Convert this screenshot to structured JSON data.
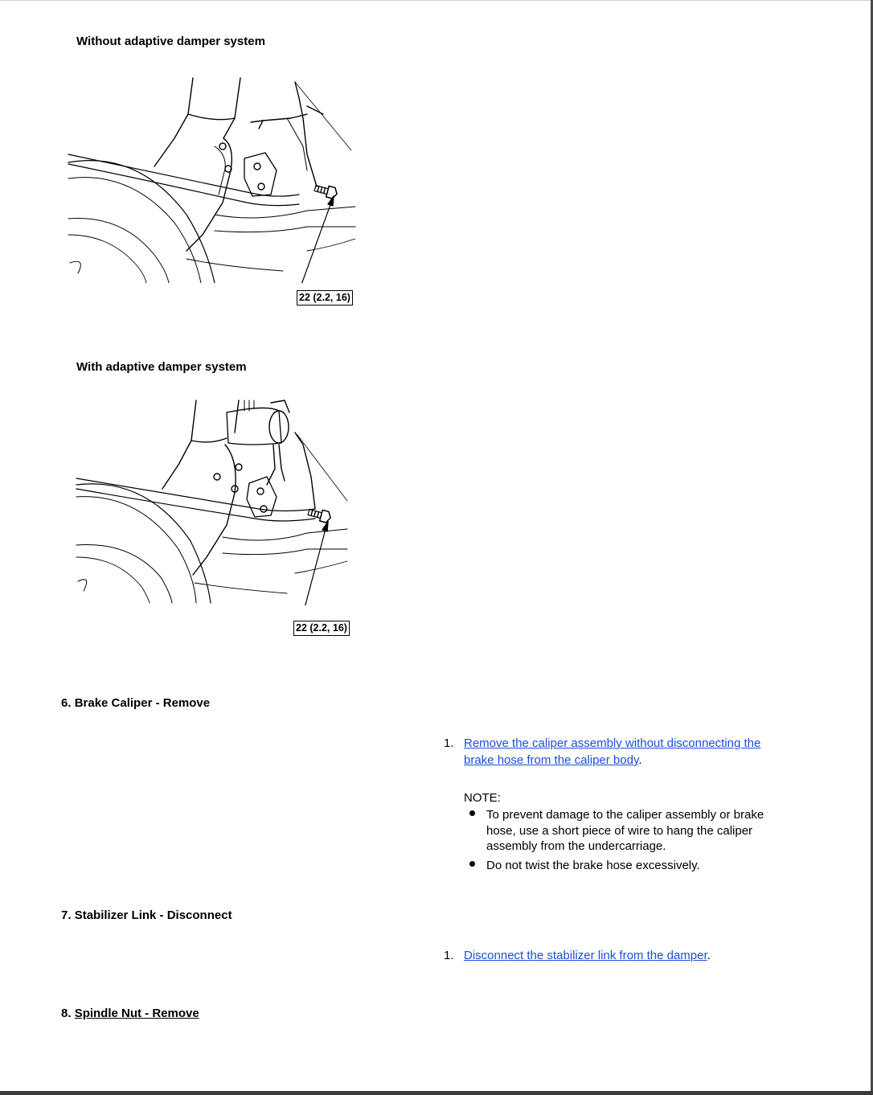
{
  "figures": {
    "without": {
      "title": "Without adaptive damper system",
      "torque_label": "22 (2.2, 16)"
    },
    "with": {
      "title": "With adaptive damper system",
      "torque_label": "22 (2.2, 16)"
    }
  },
  "steps": [
    {
      "number": "6.",
      "title": "Brake Caliper - Remove",
      "substeps": [
        {
          "number": "1.",
          "link_line1": "Remove the caliper assembly without disconnecting the",
          "link_line2": "brake hose from the caliper body",
          "trailing": "."
        }
      ],
      "note": {
        "heading": "NOTE:",
        "bullets": [
          {
            "line1": "To prevent damage to the caliper assembly or brake",
            "line2": "hose, use a short piece of wire to hang the caliper",
            "line3": "assembly from the undercarriage."
          },
          {
            "line1": "Do not twist the brake hose excessively."
          }
        ]
      }
    },
    {
      "number": "7.",
      "title": "Stabilizer Link - Disconnect",
      "substeps": [
        {
          "number": "1.",
          "link": "Disconnect the stabilizer link from the damper",
          "trailing": "."
        }
      ]
    },
    {
      "number": "8.",
      "title": "Spindle Nut - Remove"
    }
  ]
}
